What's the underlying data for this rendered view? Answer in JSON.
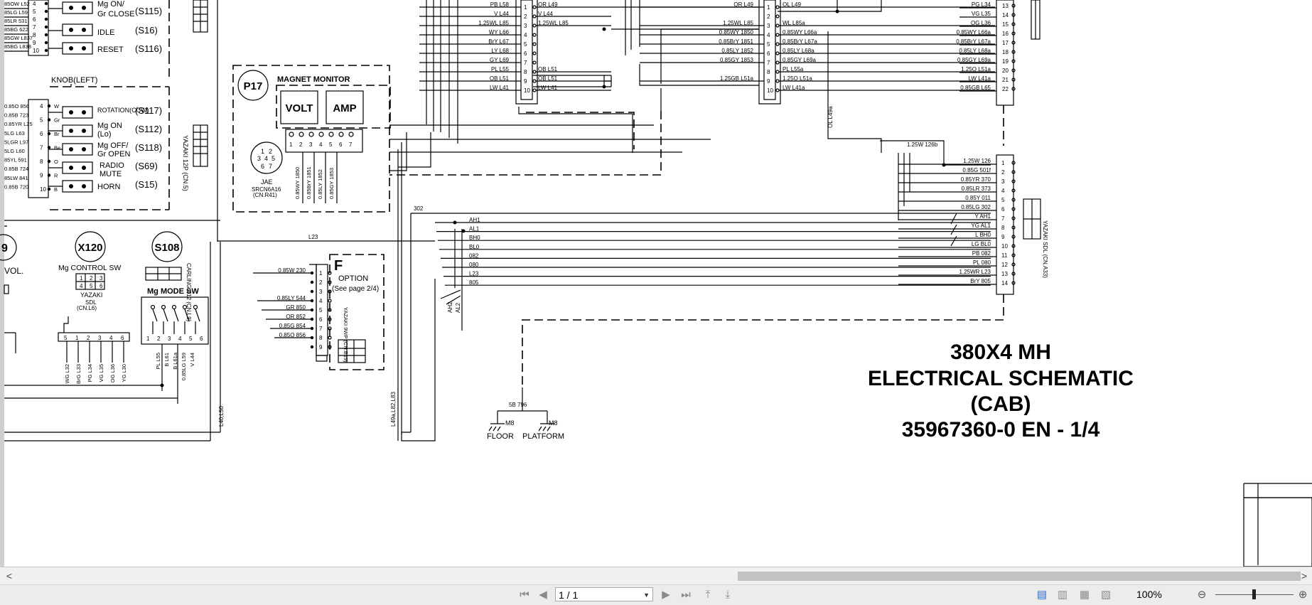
{
  "title_block": {
    "line1": "380X4 MH",
    "line2": "ELECTRICAL SCHEMATIC",
    "line3": "(CAB)",
    "line4": "35967360-0 EN - 1/4"
  },
  "knob_right": {
    "wires": [
      "85OW L52",
      "85LG L59",
      "85LR 531",
      "85BG 622",
      "85GW L837",
      "85BG L838"
    ],
    "pins": [
      "4",
      "5",
      "6",
      "7",
      "8",
      "9",
      "10"
    ],
    "labels": [
      "Mg ON/",
      "Gr CLOSE",
      "IDLE",
      "RESET"
    ],
    "refs": [
      "(S115)",
      "(S16)",
      "(S116)"
    ]
  },
  "knob_left": {
    "title": "KNOB(LEFT)",
    "wires": [
      "0.85O 856",
      "0.85B 723",
      "0.85YR L25",
      "5LG L63",
      "5LGR L97",
      "5LG L60",
      "85YL 591",
      "0.85B 724",
      "85LW 841",
      "0.85B 720"
    ],
    "pins": [
      "4",
      "5",
      "6",
      "7",
      "8",
      "9",
      "10"
    ],
    "letters": [
      "W",
      "Gr",
      "Br",
      "Be",
      "O",
      "R",
      "B"
    ],
    "labels": [
      "ROTATION(CCW)",
      "Mg ON",
      "(Lo)",
      "Mg OFF/",
      "Gr OPEN",
      "RADIO",
      "MUTE",
      "HORN"
    ],
    "refs": [
      "(S117)",
      "(S112)",
      "(S118)",
      "(S69)",
      "(S15)"
    ],
    "connector": "YAZAKI 12P (CN.5)"
  },
  "volume": {
    "ref": "9",
    "label": "VOL."
  },
  "x120": {
    "ref": "X120",
    "title": "Mg CONTROL SW",
    "pins": [
      "1",
      "2",
      "3",
      "4",
      "5",
      "6"
    ],
    "maker": "YAZAKI",
    "type": "SDL",
    "cn": "(CN.L6)",
    "wires": [
      "WG L32",
      "BrG L33",
      "PG L34",
      "VG L35",
      "OG L36",
      "YG L30"
    ],
    "pin_nums": [
      "5",
      "1",
      "2",
      "3",
      "4",
      "6"
    ]
  },
  "s108": {
    "ref": "S108",
    "title": "Mg MODE SW",
    "pins": [
      "1",
      "2",
      "3",
      "4",
      "5",
      "6"
    ],
    "connector": "CARLING V12 (CN.L9)",
    "wires": [
      "PL L55",
      "B L61",
      "B L61a",
      "0.85LG L59",
      "V L44"
    ]
  },
  "p17": {
    "ref": "P17",
    "title": "MAGNET MONITOR",
    "volt": "VOLT",
    "amp": "AMP",
    "pins": [
      "1",
      "2",
      "3",
      "4",
      "5",
      "6",
      "7"
    ],
    "maker": "JAE",
    "part": "SRCN6A16",
    "cn": "(CN.R41)",
    "wires": [
      "0.85WY 1850",
      "0.85BrY 1851",
      "0.85LY 1852",
      "0.85GY 1853"
    ]
  },
  "option": {
    "ref": "F",
    "title": "OPTION",
    "sub": "(See page 2/4)",
    "label_left": "L23",
    "wires": [
      "0.85W 230",
      "0.85LY 544",
      "GR 850",
      "OR 852",
      "0.85G 854",
      "0.85O 856"
    ],
    "pins": [
      "1",
      "2",
      "3",
      "4",
      "5",
      "6",
      "7",
      "8",
      "9"
    ],
    "connector": "YAZAKI 9WP (CN.B19)"
  },
  "conn_a": {
    "left_wires": [
      "PB L58",
      "V L44",
      "1.25WL L85",
      "WY L66",
      "BrY L67",
      "LY L68",
      "GY L69",
      "PL L55",
      "OB L51",
      "LW L41"
    ],
    "pins": [
      "1",
      "2",
      "3",
      "4",
      "5",
      "6",
      "7",
      "8",
      "9",
      "10"
    ],
    "right_wires": [
      "OR L49",
      "V L44",
      "1.25WL L85",
      "",
      "",
      "",
      "",
      "OB L51",
      "OB L51",
      "LW L41"
    ]
  },
  "conn_b": {
    "left_wires": [
      "OR L49",
      "",
      "1.25WL L85",
      "0.85WY 1850",
      "0.85BrY 1851",
      "0.85LY 1852",
      "0.85GY 1853",
      "",
      "1.25GB L51a",
      ""
    ],
    "pins": [
      "1",
      "2",
      "3",
      "4",
      "5",
      "6",
      "7",
      "8",
      "9",
      "10"
    ],
    "right_wires": [
      "OL L49",
      "",
      "WL L85a",
      "0.85WY L66a",
      "0.85BrY L67a",
      "0.85LY L68a",
      "0.85GY L69a",
      "PL L55a",
      "1.25O L51a",
      "LW L41a"
    ],
    "vertical": "OL L49a"
  },
  "conn_c": {
    "wires": [
      "PG L34",
      "VG L35",
      "OG L36",
      "0.85WY L66a",
      "0.85BrY L67a",
      "0.85LY L68a",
      "0.85GY L69a",
      "1.25O L51a",
      "LW L41a",
      "0.85GB L65"
    ],
    "pins": [
      "13",
      "14",
      "15",
      "16",
      "17",
      "18",
      "19",
      "20",
      "21",
      "22"
    ]
  },
  "conn_d": {
    "branch": "1.25W 126b",
    "wires": [
      "1.25W 126",
      "0.85G 501f",
      "0.85YR 370",
      "0.85LR 373",
      "0.85Y 011",
      "0.85LG 302",
      "Y AH1",
      "YG AL1",
      "L BH0",
      "LG BL0",
      "PB 082",
      "PL 080",
      "1.25WR L23",
      "BrY 805"
    ],
    "pins": [
      "1",
      "2",
      "3",
      "4",
      "5",
      "6",
      "7",
      "8",
      "9",
      "10",
      "11",
      "12",
      "13",
      "14"
    ],
    "connector": "YAZAKI SDL (CN.A33)"
  },
  "signals": {
    "wire302": "302",
    "list": [
      "AH1",
      "AL1",
      "BH0",
      "BL0",
      "082",
      "080",
      "L23",
      "805"
    ],
    "ah2": "AH2",
    "al2": "AL2",
    "bottom_bus": "L49a,L82,L83",
    "left_bus": "L40,L50"
  },
  "ground": {
    "wire": "5B 796",
    "m1": "M8",
    "m2": "M8",
    "floor": "FLOOR",
    "platform": "PLATFORM"
  },
  "viewer": {
    "page_value": "1 / 1",
    "zoom": "100%",
    "scroll_left": "<",
    "scroll_right": ">"
  }
}
